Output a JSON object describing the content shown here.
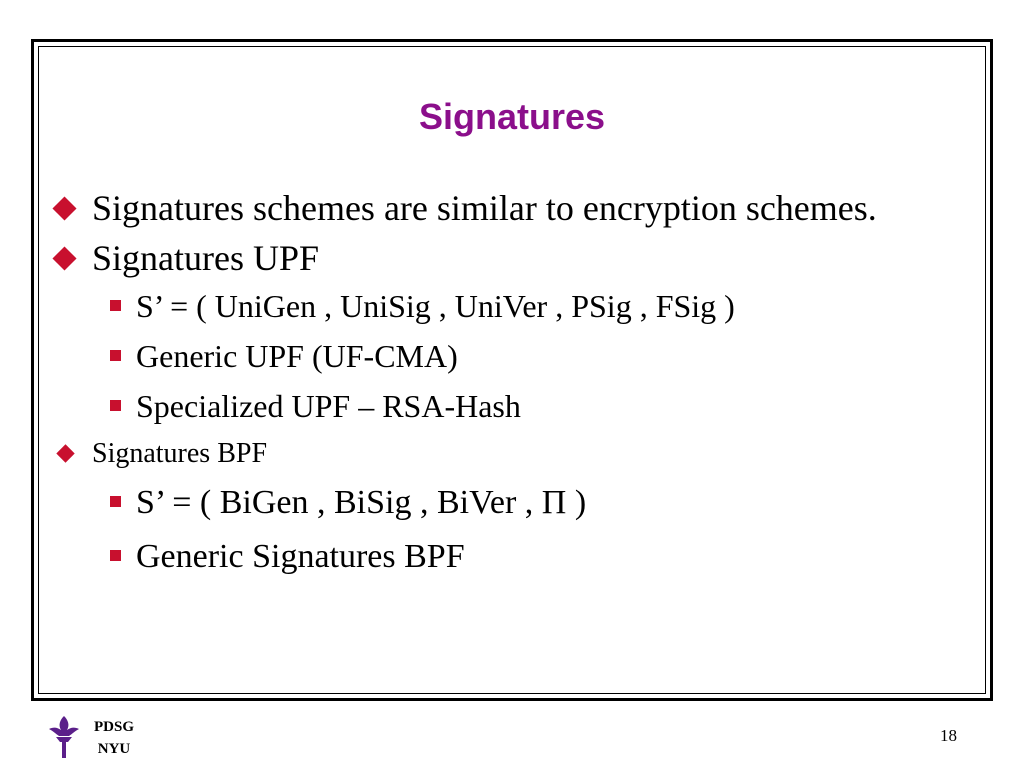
{
  "slide": {
    "title": "Signatures",
    "bullets": [
      {
        "text": "Signatures schemes are similar to encryption schemes."
      },
      {
        "text": "Signatures UPF",
        "sub": [
          "S’ = ( UniGen , UniSig , UniVer , PSig , FSig )",
          "Generic UPF (UF-CMA)",
          "Specialized UPF – RSA-Hash"
        ]
      },
      {
        "text": "Signatures BPF",
        "sub": [
          "S’ = ( BiGen , BiSig , BiVer , Π )",
          "Generic Signatures BPF"
        ]
      }
    ]
  },
  "footer": {
    "logo_line1": "PDSG",
    "logo_line2": "NYU",
    "page_number": "18"
  },
  "colors": {
    "title": "#8b0f8b",
    "bullet": "#c8102e",
    "logo": "#5b1f8a"
  },
  "icons": {
    "logo": "nyu-torch-icon",
    "level1_bullet": "diamond-bullet-icon",
    "level2_bullet": "square-bullet-icon"
  }
}
